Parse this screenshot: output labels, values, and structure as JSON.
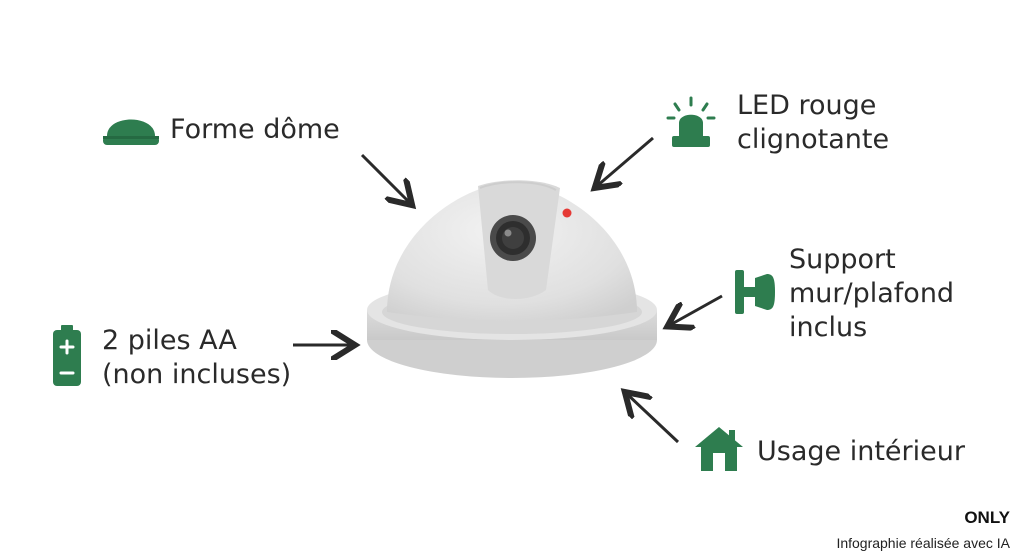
{
  "features": [
    {
      "id": "dome",
      "text": "Forme dôme",
      "icon": "dome-icon"
    },
    {
      "id": "led",
      "line1": "LED rouge",
      "line2": "clignotante",
      "icon": "alarm-light-icon"
    },
    {
      "id": "mount",
      "line1": "Support",
      "line2": "mur/plafond",
      "line3": "inclus",
      "icon": "wall-bracket-icon"
    },
    {
      "id": "battery",
      "line1": "2 piles AA",
      "line2": "(non incluses)",
      "icon": "battery-icon"
    },
    {
      "id": "indoor",
      "text": "Usage intérieur",
      "icon": "house-icon"
    }
  ],
  "footer": {
    "brand": "ONLY",
    "credit": "Infographie réalisée avec IA"
  },
  "colors": {
    "accent": "#2e7d4f",
    "text": "#2a2a2a",
    "led": "#e53935",
    "dome": "#e3e3e3"
  }
}
